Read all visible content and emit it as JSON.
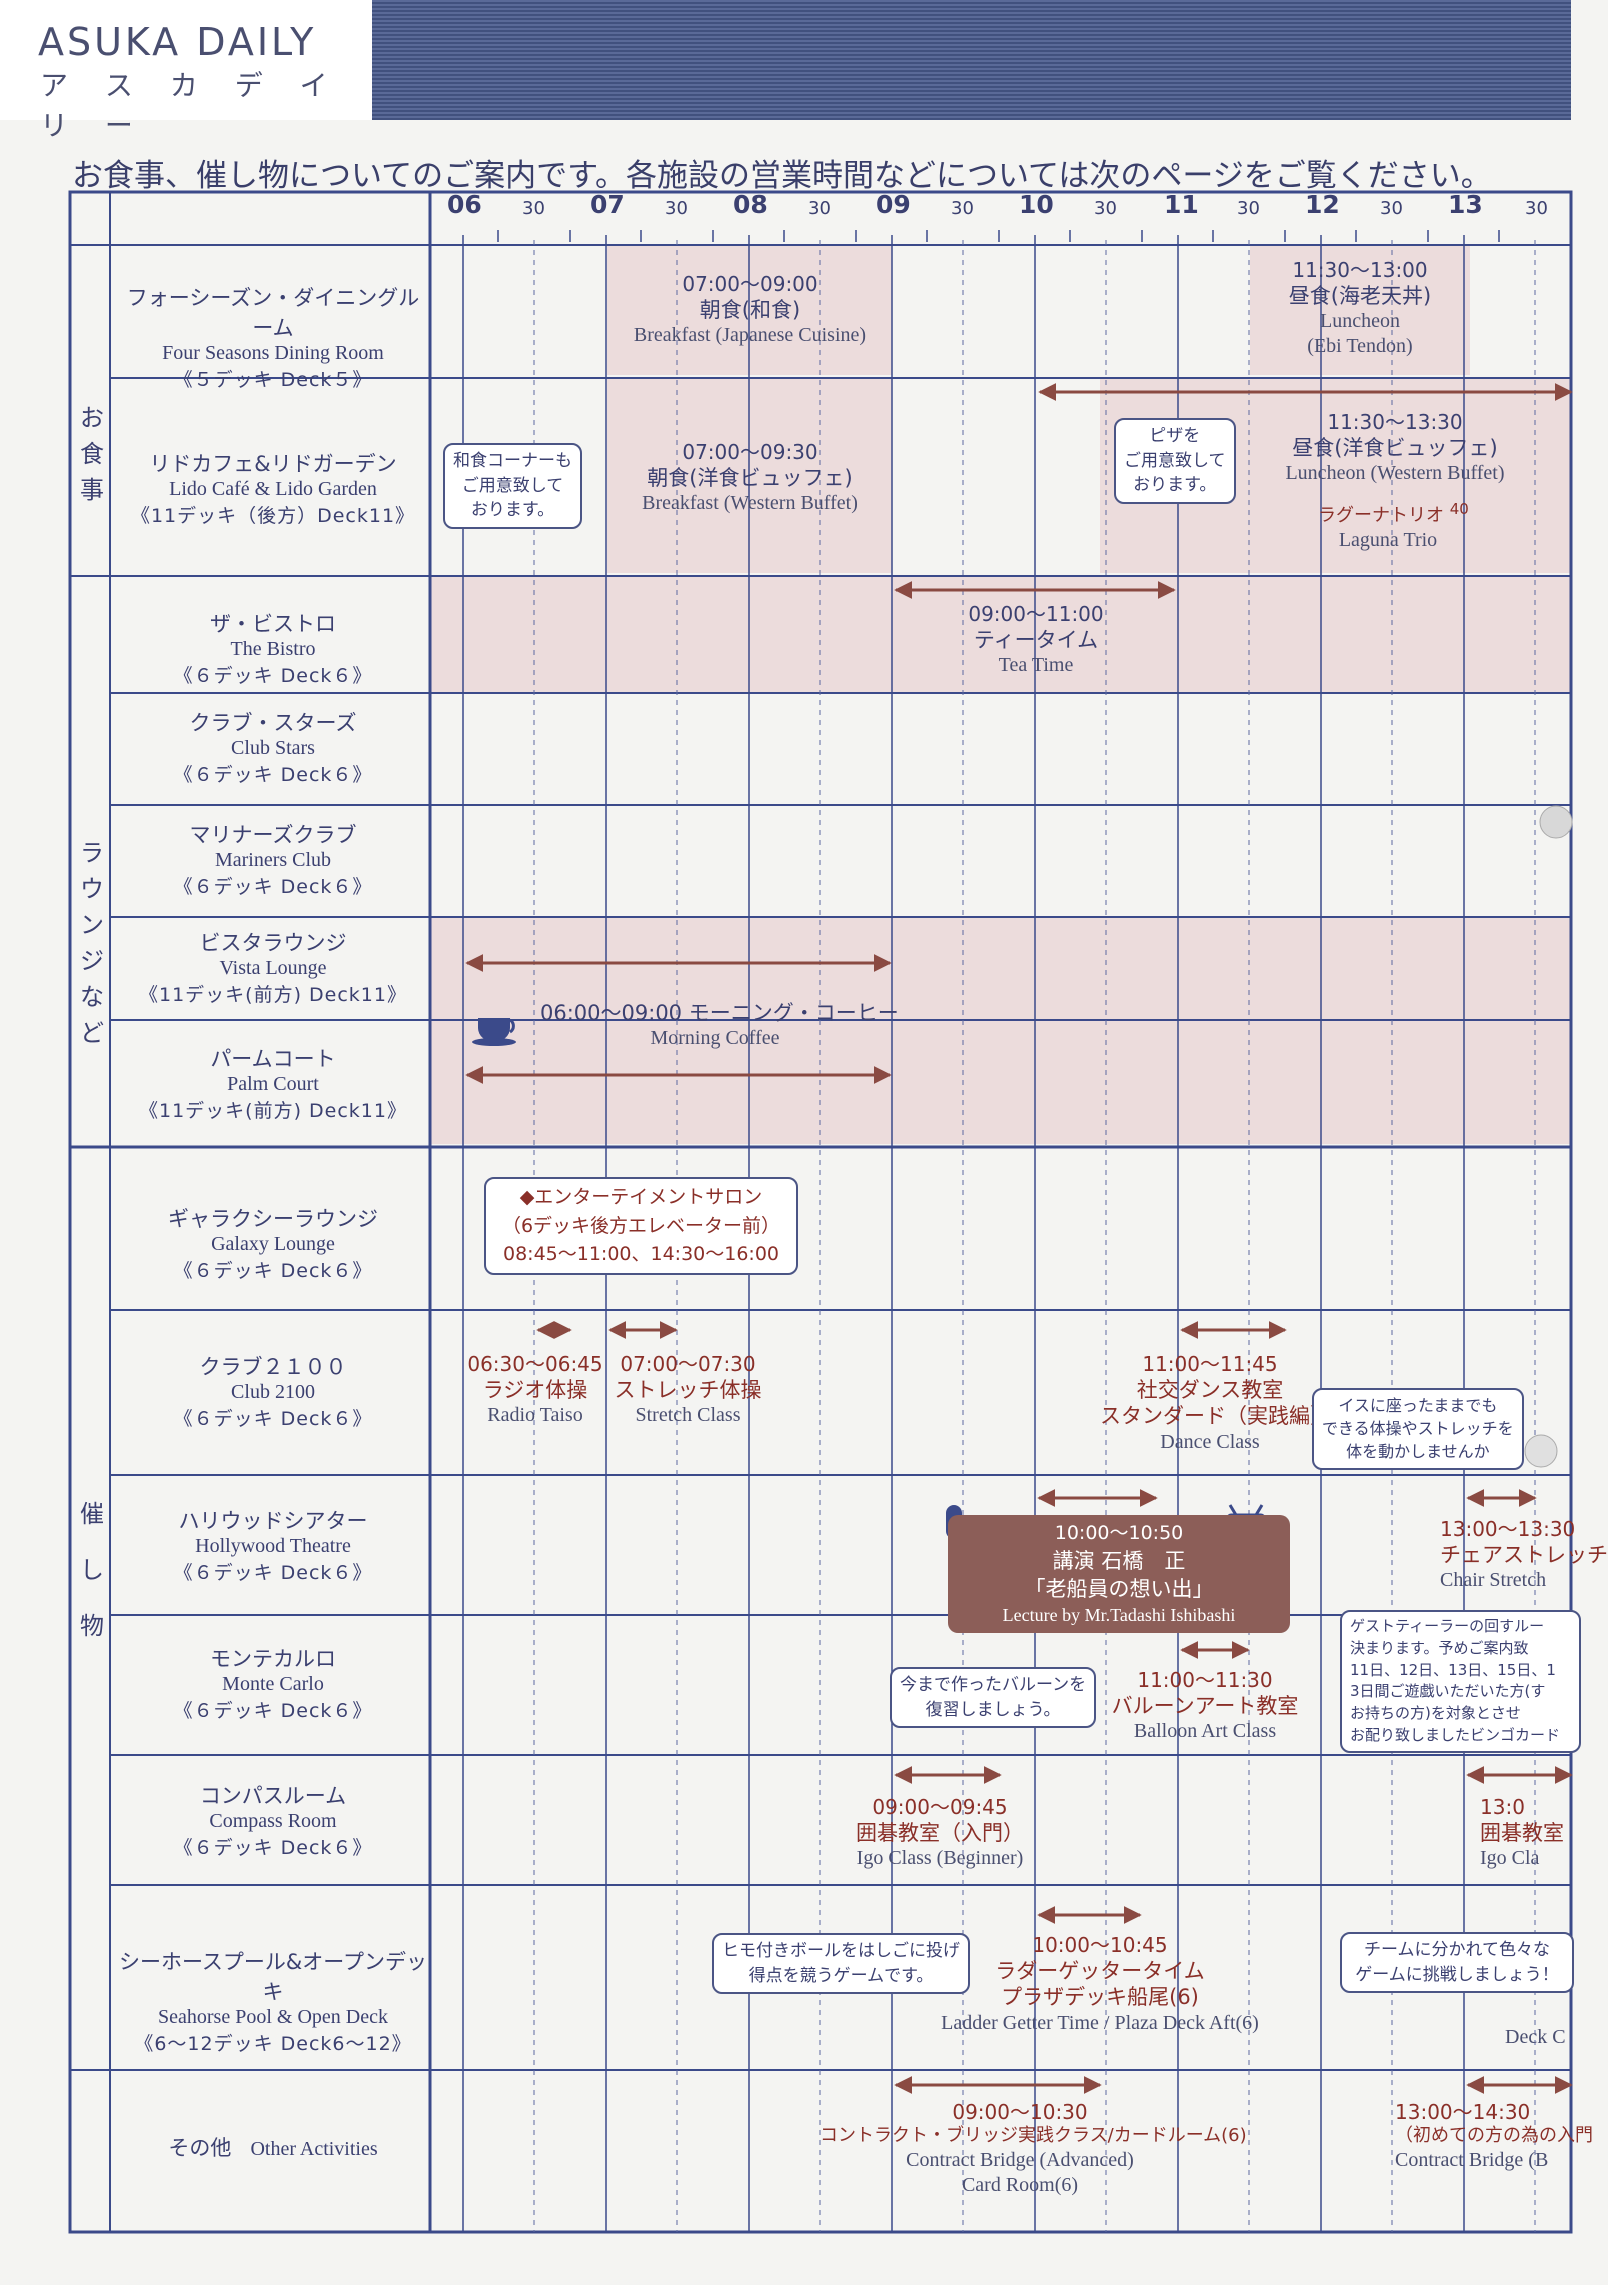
{
  "header": {
    "brand": "ASUKA DAILY",
    "brand_kana": "ア ス カ デ イ リ ー"
  },
  "intro": "お食事、催し物についてのご案内です。各施設の営業時間などについては次のページをご覧ください。",
  "timeline": {
    "hour_labels": [
      "06",
      "07",
      "08",
      "09",
      "10",
      "11",
      "12",
      "13"
    ],
    "half_label": "30"
  },
  "sections": {
    "dining": "お\n食\n事",
    "lounge": "ラ\nウ\nン\nジ\nな\nど",
    "events": "催\n\nし\n\n物"
  },
  "venues": [
    {
      "jp": "フォーシーズン・ダイニングルーム",
      "en": "Four Seasons Dining Room",
      "deck": "《５デッキ Deck５》"
    },
    {
      "jp": "リドカフェ&リドガーデン",
      "en": "Lido Café & Lido Garden",
      "deck": "《11デッキ（後方）Deck11》"
    },
    {
      "jp": "ザ・ビストロ",
      "en": "The Bistro",
      "deck": "《６デッキ Deck６》"
    },
    {
      "jp": "クラブ・スターズ",
      "en": "Club Stars",
      "deck": "《６デッキ Deck６》"
    },
    {
      "jp": "マリナーズクラブ",
      "en": "Mariners Club",
      "deck": "《６デッキ Deck６》"
    },
    {
      "jp": "ビスタラウンジ",
      "en": "Vista Lounge",
      "deck": "《11デッキ(前方) Deck11》"
    },
    {
      "jp": "パームコート",
      "en": "Palm Court",
      "deck": "《11デッキ(前方) Deck11》"
    },
    {
      "jp": "ギャラクシーラウンジ",
      "en": "Galaxy Lounge",
      "deck": "《６デッキ Deck６》"
    },
    {
      "jp": "クラブ２１００",
      "en": "Club 2100",
      "deck": "《６デッキ Deck６》"
    },
    {
      "jp": "ハリウッドシアター",
      "en": "Hollywood Theatre",
      "deck": "《６デッキ Deck６》"
    },
    {
      "jp": "モンテカルロ",
      "en": "Monte Carlo",
      "deck": "《６デッキ Deck６》"
    },
    {
      "jp": "コンパスルーム",
      "en": "Compass Room",
      "deck": "《６デッキ Deck６》"
    },
    {
      "jp": "シーホースプール&オープンデッキ",
      "en": "Seahorse Pool & Open Deck",
      "deck": "《6〜12デッキ Deck6〜12》"
    },
    {
      "jp": "その他",
      "en": "Other Activities",
      "deck": ""
    }
  ],
  "events": {
    "fs_breakfast": {
      "time": "07:00〜09:00",
      "jp": "朝食(和食)",
      "en": "Breakfast (Japanese Cuisine)"
    },
    "fs_lunch": {
      "time": "11:30〜13:00",
      "jp": "昼食(海老天丼)",
      "en": "Luncheon",
      "en2": "(Ebi Tendon)"
    },
    "lido_breakfast": {
      "time": "07:00〜09:30",
      "jp": "朝食(洋食ビュッフェ)",
      "en": "Breakfast (Western Buffet)"
    },
    "lido_lunch": {
      "time": "11:30〜13:30",
      "jp": "昼食(洋食ビュッフェ)",
      "en": "Luncheon (Western Buffet)"
    },
    "lido_trio": {
      "jp": "ラグーナトリオ",
      "num": "40",
      "en": "Laguna Trio"
    },
    "bistro_tea": {
      "time": "09:00〜11:00",
      "jp": "ティータイム",
      "en": "Tea Time"
    },
    "coffee": {
      "text": "06:00〜09:00 モーニング・コーヒー",
      "en": "Morning  Coffee"
    },
    "salon": {
      "l1": "◆エンターテイメントサロン",
      "l2": "（6デッキ後方エレベーター前）",
      "l3": "08:45〜11:00、14:30〜16:00"
    },
    "radio": {
      "time": "06:30〜06:45",
      "jp": "ラジオ体操",
      "en": "Radio Taiso"
    },
    "stretch": {
      "time": "07:00〜07:30",
      "jp": "ストレッチ体操",
      "en": "Stretch Class"
    },
    "dance": {
      "time": "11:00〜11:45",
      "jp": "社交ダンス教室",
      "jp2": "スタンダード（実践編）",
      "en": "Dance Class"
    },
    "chair_stretch": {
      "time": "13:00〜13:30",
      "jp": "チェアストレッチ",
      "en": "Chair Stretch"
    },
    "lecture": {
      "time": "10:00〜10:50",
      "jp": "講演 石橋　正",
      "jp2": "「老船員の想い出」",
      "en": "Lecture by  Mr.Tadashi Ishibashi"
    },
    "balloon": {
      "time": "11:00〜11:30",
      "jp": "バルーンアート教室",
      "en": "Balloon Art Class"
    },
    "igo": {
      "time": "09:00〜09:45",
      "jp": "囲碁教室（入門）",
      "en": "Igo Class (Beginner)"
    },
    "igo2": {
      "time": "13:0",
      "jp": "囲碁教室",
      "en": "Igo Cla"
    },
    "ladder": {
      "time": "10:00〜10:45",
      "jp": "ラダーゲッタータイム",
      "jp2": "プラザデッキ船尾(6)",
      "en": "Ladder Getter Time / Plaza Deck Aft(6)"
    },
    "deck_cut": {
      "en": "Deck C"
    },
    "bridge": {
      "time": "09:00〜10:30",
      "jp": "コントラクト・ブリッジ実践クラス/カードルーム(6)",
      "en": "Contract Bridge (Advanced)",
      "en2": "Card Room(6)"
    },
    "bridge2": {
      "time": "13:00〜14:30",
      "jp": "（初めての方の為の入門",
      "en": "Contract Bridge (B"
    }
  },
  "callouts": {
    "washoku": "和食コーナーも\nご用意致して\nおります。",
    "pizza": "ピザを\nご用意致して\nおります。",
    "chair": "イスに座ったままでも\nできる体操やストレッチを\n体を動かしませんか",
    "balloon": "今まで作ったバルーンを\n復習しましょう。",
    "bingo": "ゲストティーラーの回すルー\n決まります。予めご案内致\n11日、12日、13日、15日、1\n3日間ご遊戯いただいた方(す\nお持ちの方)を対象とさせ\nお配り致しましたビンゴカード",
    "ball": "ヒモ付きボールをはしごに投げ\n得点を競うゲームです。",
    "team": "チームに分かれて色々な\nゲームに挑戦しましょう！"
  },
  "colors": {
    "grid": "#3b4a8a",
    "dining_fill": "#ecdcdc",
    "lounge_fill": "#ecdcdc",
    "event_text": "#8a2f28",
    "arrow": "#8a4a42"
  }
}
